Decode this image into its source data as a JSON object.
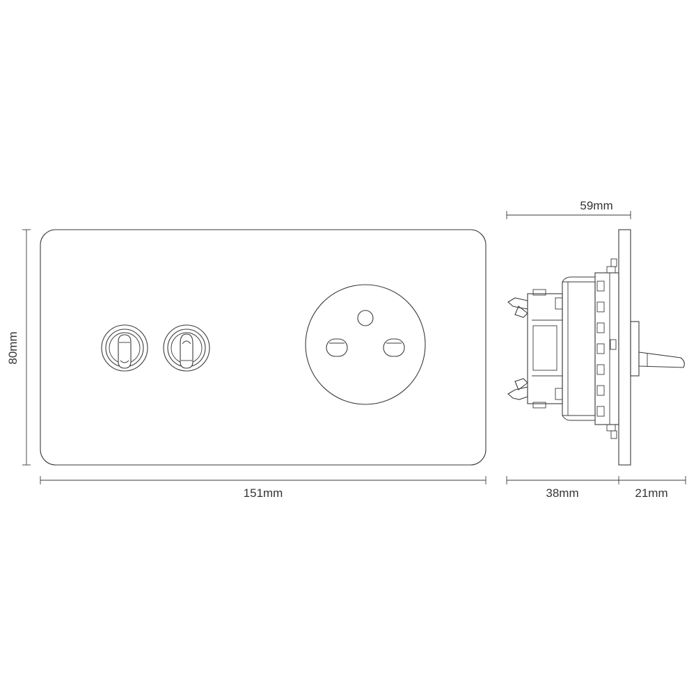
{
  "dimensions": {
    "front_width": "151mm",
    "front_height": "80mm",
    "side_total_depth": "59mm",
    "side_back_depth": "38mm",
    "side_front_depth": "21mm"
  },
  "colors": {
    "line": "#3a3a3a",
    "text": "#333333",
    "background": "#ffffff"
  }
}
